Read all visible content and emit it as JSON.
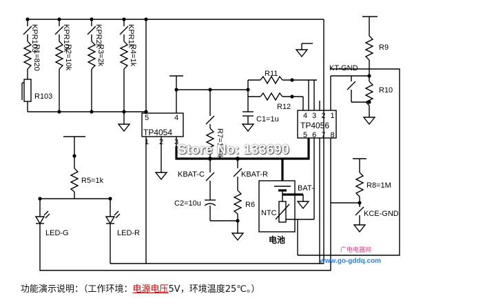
{
  "diagram": {
    "labels": {
      "kpr103": "KPR103",
      "kpr10k": "KPR10k",
      "kpr2k": "KPR2k",
      "kpr1k": "KPR1k",
      "r1": "R1=820",
      "r2": "R2=10k",
      "r3": "R3=2k",
      "r4": "R4=1k",
      "r103": "R103",
      "tp4054": "TP4054",
      "tp4054_pin5": "5",
      "tp4054_pin4": "4",
      "tp4054_pin1": "1",
      "tp4054_pin2": "2",
      "tp4054_pin3": "3",
      "r11": "R11",
      "r12": "R12",
      "c1": "C1=1u",
      "r7": "R7=100k",
      "tp4056": "TP4056",
      "tp4056_top_pins": "4 3 2 1",
      "tp4056_bottom_pins": "5 6 7 8",
      "r9": "R9",
      "kt_gnd": "KT-GND",
      "r10": "R10",
      "r5": "R5=1k",
      "kbat_c": "KBAT-C",
      "kbat_r": "KBAT-R",
      "bat_minus": "BAT-",
      "r8": "R8=1M",
      "kce_gnd": "KCE-GND",
      "c2": "C2=10u",
      "r6": "R6",
      "ntc": "NTC",
      "battery": "电池",
      "led_g": "LED-G",
      "led_r": "LED-R"
    }
  },
  "watermark": {
    "text": "Store No: 133690"
  },
  "logo": {
    "title": "广电电器网",
    "url": "www.go-gddq.com"
  },
  "caption": {
    "prefix": "功能演示说明：（工作环境：",
    "link": "电源电压",
    "suffix": "5V，环境温度25℃。）"
  }
}
